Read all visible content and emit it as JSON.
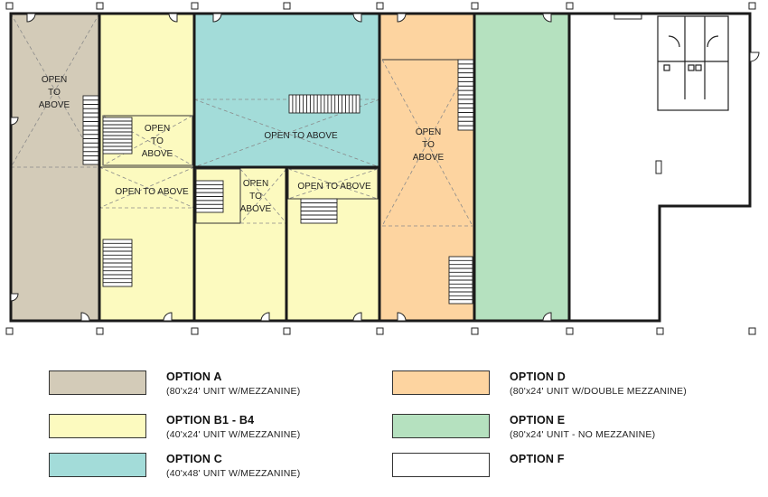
{
  "plan_labels": {
    "option_a_open": [
      "OPEN",
      "TO",
      "ABOVE"
    ],
    "option_b_upper_open": [
      "OPEN",
      "TO",
      "ABOVE"
    ],
    "option_b_lower_open": "OPEN TO ABOVE",
    "option_c_open": "OPEN TO ABOVE",
    "option_b3_open": [
      "OPEN",
      "TO",
      "ABOVE"
    ],
    "option_b4_open": "OPEN TO ABOVE",
    "option_d_open": [
      "OPEN",
      "TO",
      "ABOVE"
    ]
  },
  "colors": {
    "option_a": "#d3cbb8",
    "option_b": "#fcfabf",
    "option_c": "#a3dcd9",
    "option_d": "#fdd4a0",
    "option_e": "#b5e1bf",
    "option_f": "#ffffff",
    "wall": "#222222"
  },
  "legend": [
    {
      "key": "option_a",
      "title": "OPTION A",
      "desc": "(80'x24' UNIT W/MEZZANINE)"
    },
    {
      "key": "option_b",
      "title": "OPTION B1 - B4",
      "desc": "(40'x24' UNIT W/MEZZANINE)"
    },
    {
      "key": "option_c",
      "title": "OPTION C",
      "desc": "(40'x48' UNIT W/MEZZANINE)"
    },
    {
      "key": "option_d",
      "title": "OPTION D",
      "desc": "(80'x24' UNIT W/DOUBLE MEZZANINE)"
    },
    {
      "key": "option_e",
      "title": "OPTION E",
      "desc": "(80'x24' UNIT - NO MEZZANINE)"
    },
    {
      "key": "option_f",
      "title": "OPTION F",
      "desc": ""
    }
  ]
}
